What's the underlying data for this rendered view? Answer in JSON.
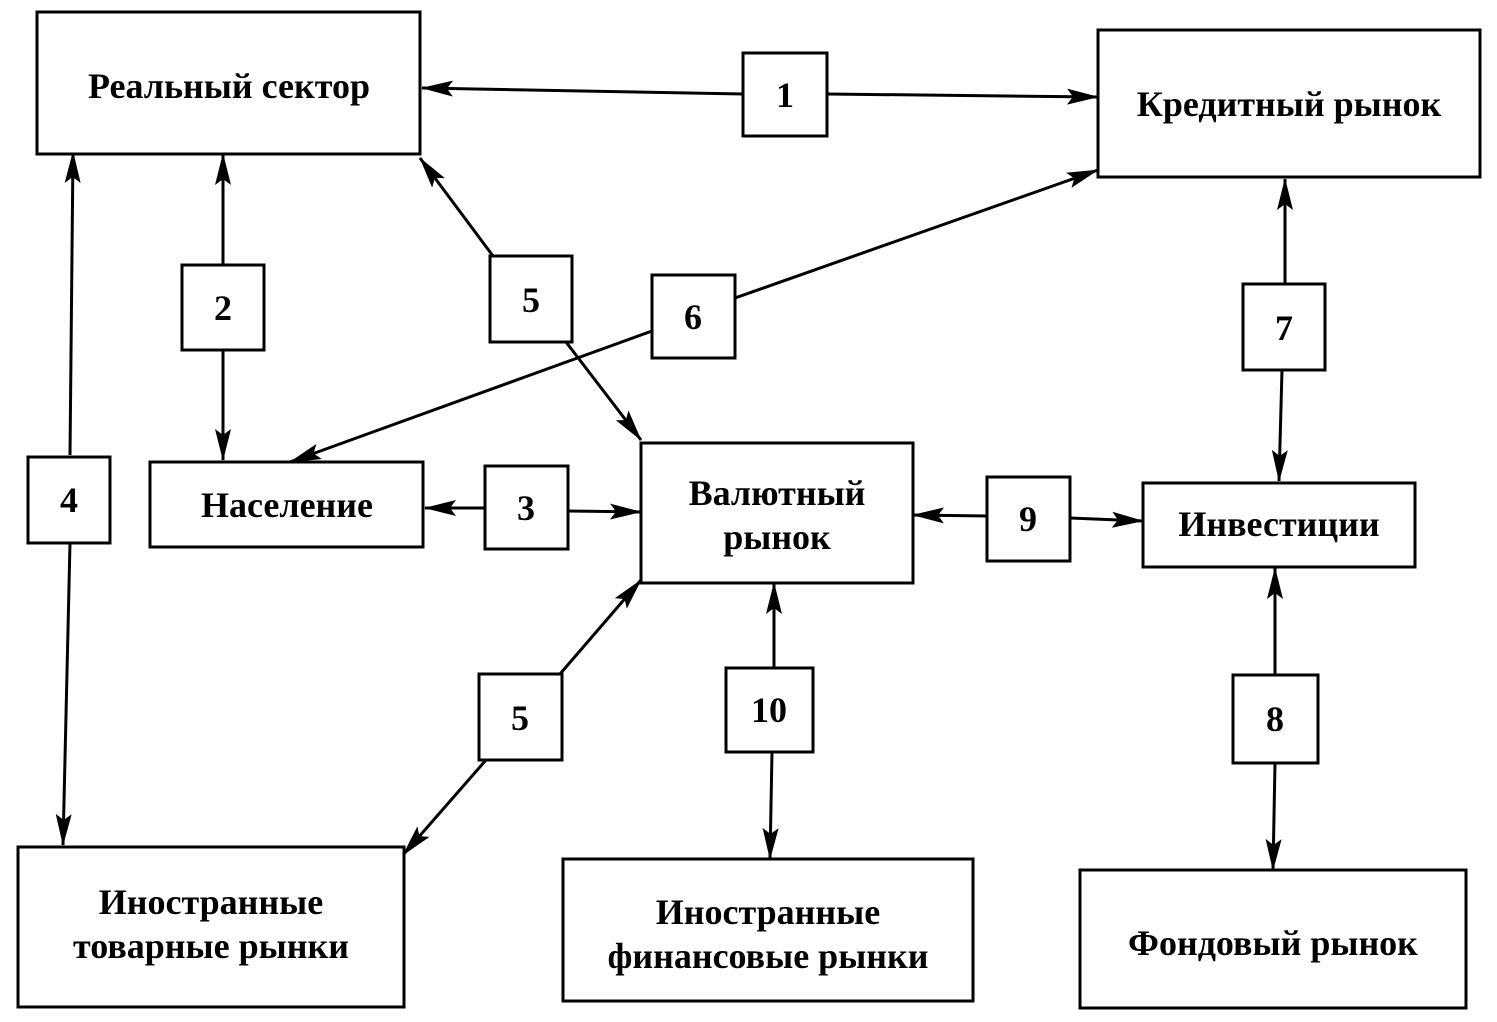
{
  "nodes": {
    "real_sector": "Реальный сектор",
    "credit_market": "Кредитный рынок",
    "population": "Население",
    "currency_market": [
      "Валютный",
      "рынок"
    ],
    "investments": "Инвестиции",
    "foreign_goods_markets": [
      "Иностранные",
      "товарные рынки"
    ],
    "foreign_financial_markets": [
      "Иностранные",
      "финансовые рынки"
    ],
    "stock_market": "Фондовый рынок"
  },
  "links": {
    "l1": "1",
    "l2": "2",
    "l3": "3",
    "l4": "4",
    "l5_top": "5",
    "l5_bottom": "5",
    "l6": "6",
    "l7": "7",
    "l8": "8",
    "l9": "9",
    "l10": "10"
  }
}
